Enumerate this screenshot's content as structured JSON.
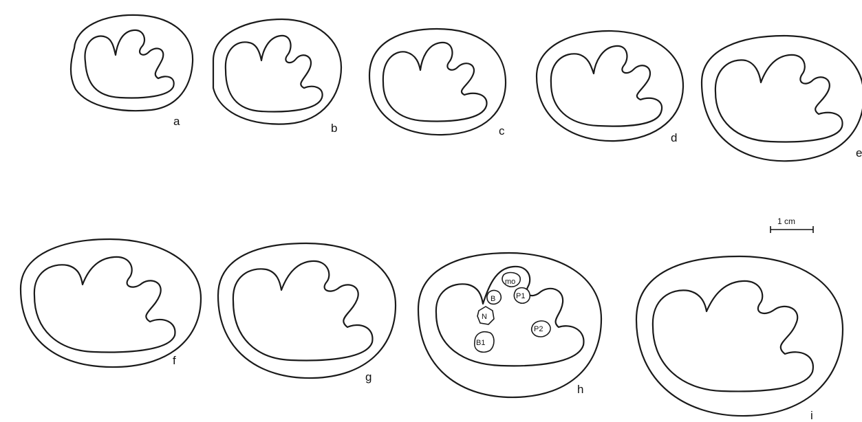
{
  "panels": [
    {
      "id": "a",
      "label": "a"
    },
    {
      "id": "b",
      "label": "b"
    },
    {
      "id": "c",
      "label": "c"
    },
    {
      "id": "d",
      "label": "d"
    },
    {
      "id": "e",
      "label": "e"
    },
    {
      "id": "f",
      "label": "f"
    },
    {
      "id": "g",
      "label": "g"
    },
    {
      "id": "h",
      "label": "h"
    },
    {
      "id": "i",
      "label": "i"
    }
  ],
  "structures": {
    "mo": "mo",
    "b": "B",
    "n": "N",
    "b1": "B1",
    "p1": "P1",
    "p2": "P2"
  },
  "scale_bar": {
    "label": "1 cm"
  }
}
